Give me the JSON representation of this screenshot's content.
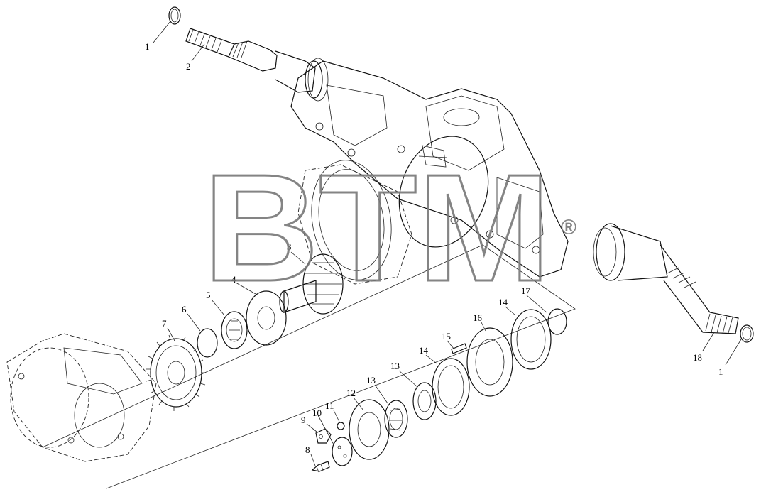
{
  "watermark": {
    "text": "BTM",
    "mark": "®"
  },
  "callouts": [
    {
      "id": "c1a",
      "text": "1"
    },
    {
      "id": "c2",
      "text": "2"
    },
    {
      "id": "c3",
      "text": "3"
    },
    {
      "id": "c4",
      "text": "4"
    },
    {
      "id": "c5",
      "text": "5"
    },
    {
      "id": "c6",
      "text": "6"
    },
    {
      "id": "c7",
      "text": "7"
    },
    {
      "id": "c8",
      "text": "8"
    },
    {
      "id": "c9",
      "text": "9"
    },
    {
      "id": "c10",
      "text": "10"
    },
    {
      "id": "c11",
      "text": "11"
    },
    {
      "id": "c12",
      "text": "12"
    },
    {
      "id": "c13a",
      "text": "13"
    },
    {
      "id": "c13b",
      "text": "13"
    },
    {
      "id": "c14a",
      "text": "14"
    },
    {
      "id": "c14b",
      "text": "14"
    },
    {
      "id": "c15",
      "text": "15"
    },
    {
      "id": "c16",
      "text": "16"
    },
    {
      "id": "c17",
      "text": "17"
    },
    {
      "id": "c18",
      "text": "18"
    },
    {
      "id": "c1b",
      "text": "1"
    }
  ],
  "colors": {
    "line": "#111111",
    "watermark_fill": "#ffffff",
    "watermark_stroke": "#777777"
  }
}
